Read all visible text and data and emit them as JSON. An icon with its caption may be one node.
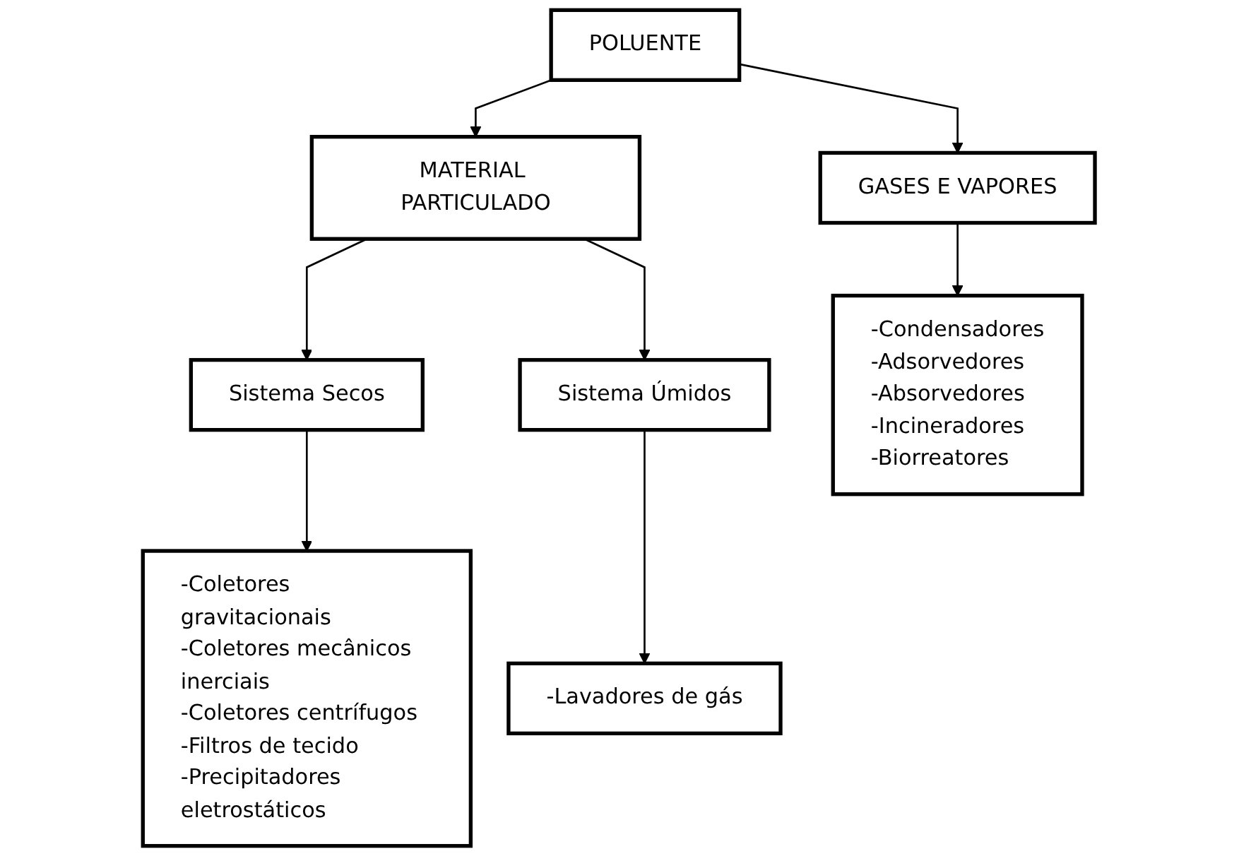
{
  "diagram": {
    "nodes": [
      {
        "text": [
          "POLUENTE"
        ]
      },
      {
        "text": [
          "MATERIAL PARTICULADO"
        ]
      },
      {
        "text": [
          "GASES E VAPORES"
        ]
      },
      {
        "text": [
          "Sistema Secos"
        ]
      },
      {
        "text": [
          "Sistema Úmidos"
        ]
      },
      {
        "text": [
          "-Coletores gravitacionais",
          "-Coletores mecânicos inerciais",
          "-Coletores centrífugos",
          "-Filtros de tecido",
          "-Precipitadores eletrostáticos"
        ]
      },
      {
        "text": [
          "-Lavadores de gás"
        ]
      },
      {
        "text": [
          "-Condensadores",
          "-Adsorvedores",
          "-Absorvedores",
          "-Incineradores",
          "-Biorreatores"
        ]
      }
    ],
    "edges": [
      {
        "from": 0,
        "to": 1,
        "arrow": "to"
      },
      {
        "from": 0,
        "to": 2,
        "arrow": "to"
      },
      {
        "from": 1,
        "to": 3,
        "arrow": "to"
      },
      {
        "from": 1,
        "to": 4,
        "arrow": "to"
      },
      {
        "from": 3,
        "to": 5,
        "arrow": "to"
      },
      {
        "from": 4,
        "to": 6,
        "arrow": "to"
      },
      {
        "from": 2,
        "to": 7,
        "arrow": "to"
      }
    ]
  }
}
